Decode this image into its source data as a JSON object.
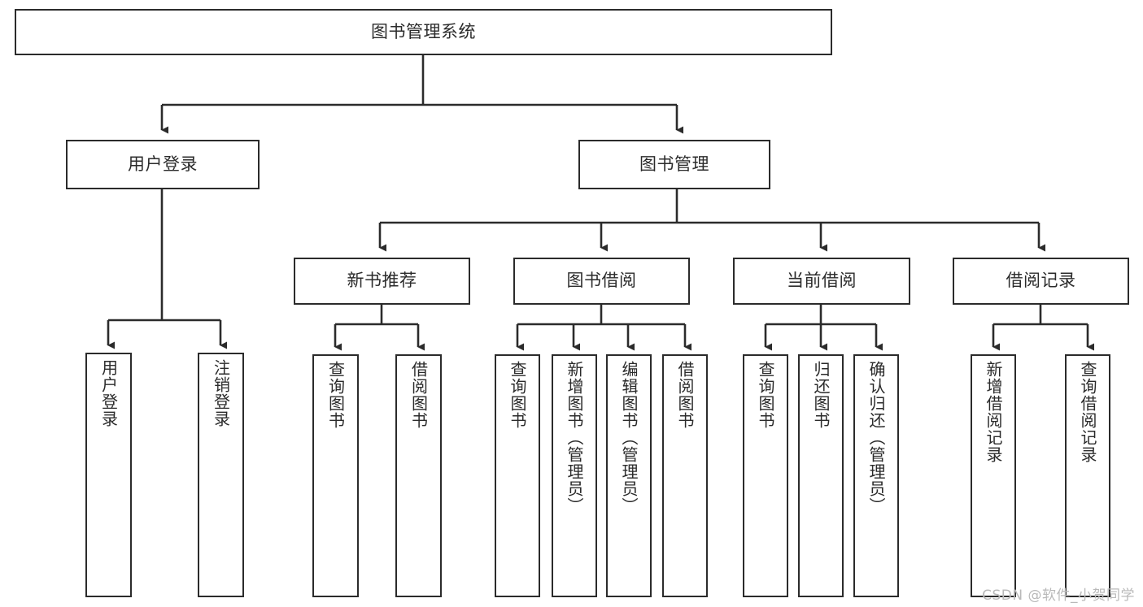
{
  "diagram": {
    "type": "tree",
    "title": "图书管理系统",
    "style": {
      "background": "#ffffff",
      "box_border": "#2b2b2b",
      "box_fill": "#ffffff",
      "connector": "#2b2b2b",
      "text": "#2b2b2b",
      "watermark": "#b9b9b9"
    },
    "nodes": {
      "root": {
        "label": "图书管理系统"
      },
      "tier2": [
        {
          "id": "user-login",
          "label": "用户登录"
        },
        {
          "id": "book-manage",
          "label": "图书管理"
        }
      ],
      "tier3": [
        {
          "id": "new-book-rec",
          "label": "新书推荐"
        },
        {
          "id": "book-borrow",
          "label": "图书借阅"
        },
        {
          "id": "current-borrow",
          "label": "当前借阅"
        },
        {
          "id": "borrow-record",
          "label": "借阅记录"
        }
      ],
      "leaves": {
        "user-login": [
          {
            "id": "leaf-user-login",
            "label": "用户登录"
          },
          {
            "id": "leaf-logout",
            "label": "注销登录"
          }
        ],
        "new-book-rec": [
          {
            "id": "leaf-query-book-1",
            "label": "查询图书"
          },
          {
            "id": "leaf-borrow-book-1",
            "label": "借阅图书"
          }
        ],
        "book-borrow": [
          {
            "id": "leaf-query-book-2",
            "label": "查询图书"
          },
          {
            "id": "leaf-add-book",
            "label": "新增图书（管理员）"
          },
          {
            "id": "leaf-edit-book",
            "label": "编辑图书（管理员）"
          },
          {
            "id": "leaf-borrow-book-2",
            "label": "借阅图书"
          }
        ],
        "current-borrow": [
          {
            "id": "leaf-query-book-3",
            "label": "查询图书"
          },
          {
            "id": "leaf-return-book",
            "label": "归还图书"
          },
          {
            "id": "leaf-confirm-return",
            "label": "确认归还（管理员）"
          }
        ],
        "borrow-record": [
          {
            "id": "leaf-add-record",
            "label": "新增借阅记录"
          },
          {
            "id": "leaf-query-record",
            "label": "查询借阅记录"
          }
        ]
      }
    },
    "watermark": "CSDN @软件_小贺同学"
  }
}
